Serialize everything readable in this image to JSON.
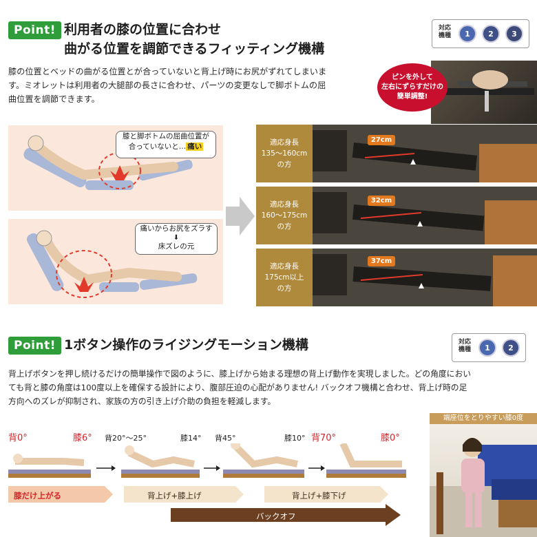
{
  "section1": {
    "badge": "Point!",
    "title_line1": "利用者の膝の位置に合わせ",
    "title_line2": "曲がる位置を調節できるフィッティング機構",
    "modes_label_1": "対応",
    "modes_label_2": "機種",
    "mode_icons": [
      "1",
      "2",
      "3"
    ],
    "body_line1": "膝の位置とベッドの曲がる位置とが合っていないと背上げ時にお尻がずれてしまいま",
    "body_line2": "す。ミオレットは利用者の大腿部の長さに合わせ、パーツの変更なしで脚ボトムの屈",
    "body_line3": "曲位置を調節できます。",
    "bubble1_line1": "膝と脚ボトムの屈曲位置が",
    "bubble1_line2": "合っていないと…",
    "bubble1_highlight": "痛い",
    "bubble2_line1": "痛いからお尻をズラす",
    "bubble2_arrow": "⬇",
    "bubble2_line2": "床ズレの元",
    "pin_badge_line1": "ピンを外して",
    "pin_badge_line2": "左右にずらすだけの",
    "pin_badge_line3": "簡単調整!",
    "rows": [
      {
        "label_1": "適応身長",
        "label_2": "135〜160cm",
        "label_3": "の方",
        "measure": "27cm"
      },
      {
        "label_1": "適応身長",
        "label_2": "160〜175cm",
        "label_3": "の方",
        "measure": "32cm"
      },
      {
        "label_1": "適応身長",
        "label_2": "175cm以上",
        "label_3": "の方",
        "measure": "37cm"
      }
    ]
  },
  "section2": {
    "badge": "Point!",
    "title": "1ボタン操作のライジングモーション機構",
    "modes_label_1": "対応",
    "modes_label_2": "機種",
    "mode_icons": [
      "1",
      "2"
    ],
    "body_line1": "背上げボタンを押し続けるだけの簡単操作で図のように、膝上げから始まる理想の背上げ動作を実現しました。どの角度におい",
    "body_line2": "ても背と膝の角度は100度以上を確保する設計により、腹部圧迫の心配がありません! バックオフ機構と合わせ、背上げ時の足",
    "body_line3": "方向へのズレが抑制され、家族の方の引き上げ介助の負担を軽減します。",
    "photo_caption": "端座位をとりやすい膝0度",
    "stage_back0": "背0°",
    "stage_knee6": "膝6°",
    "stage_back20": "背20°〜25°",
    "stage_knee14": "膝14°",
    "stage_back45": "背45°",
    "stage_knee10": "膝10°",
    "stage_back70": "背70°",
    "stage_knee0": "膝0°",
    "arrow1": "膝だけ上がる",
    "arrow2": "背上げ+膝上げ",
    "arrow3": "背上げ+膝下げ",
    "arrow4": "バックオフ"
  }
}
